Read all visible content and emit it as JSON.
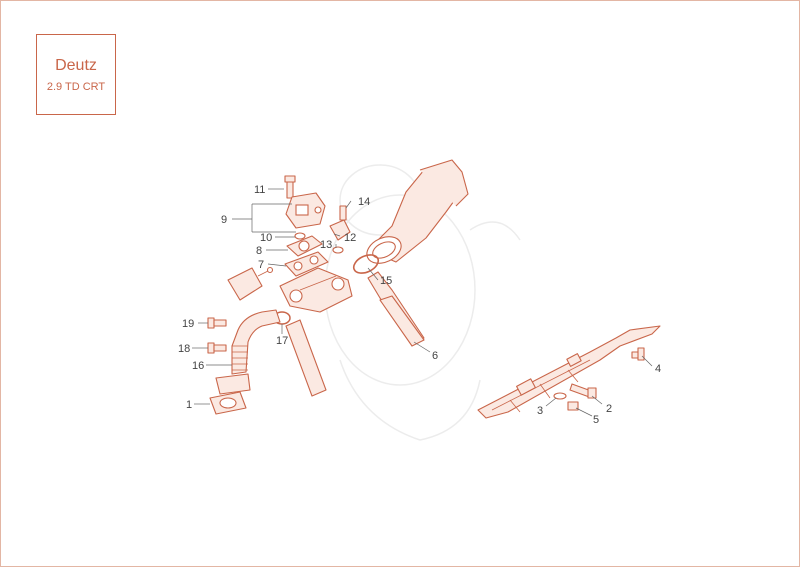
{
  "title": {
    "brand": "Deutz",
    "model": "2.9 TD CRT"
  },
  "callouts": [
    {
      "id": "c1",
      "label": "1"
    },
    {
      "id": "c2",
      "label": "2"
    },
    {
      "id": "c3",
      "label": "3"
    },
    {
      "id": "c4",
      "label": "4"
    },
    {
      "id": "c5",
      "label": "5"
    },
    {
      "id": "c6",
      "label": "6"
    },
    {
      "id": "c7",
      "label": "7"
    },
    {
      "id": "c8",
      "label": "8"
    },
    {
      "id": "c9",
      "label": "9"
    },
    {
      "id": "c10",
      "label": "10"
    },
    {
      "id": "c11",
      "label": "11"
    },
    {
      "id": "c12",
      "label": "12"
    },
    {
      "id": "c13",
      "label": "13"
    },
    {
      "id": "c14",
      "label": "14"
    },
    {
      "id": "c15",
      "label": "15"
    },
    {
      "id": "c16",
      "label": "16"
    },
    {
      "id": "c17",
      "label": "17"
    },
    {
      "id": "c18",
      "label": "18"
    },
    {
      "id": "c19",
      "label": "19"
    }
  ],
  "colors": {
    "accent": "#c9664a",
    "part_fill": "#fbe9e2"
  }
}
